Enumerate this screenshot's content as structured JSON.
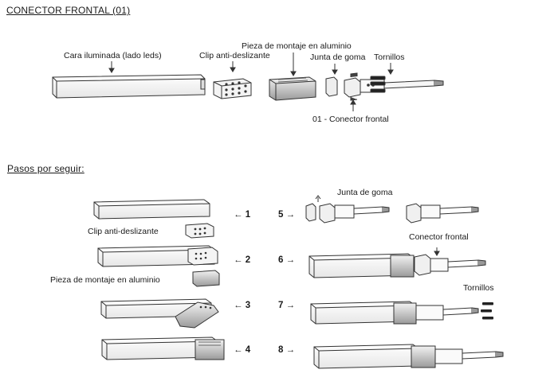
{
  "header": {
    "title": "CONECTOR FRONTAL  (01)"
  },
  "exploded_view": {
    "labels": {
      "face": "Cara iluminada (lado leds)",
      "clip": "Clip anti-deslizante",
      "mount": "Pieza de montaje en aluminio",
      "gasket": "Junta de goma",
      "screws": "Tornillos",
      "connector": "01 - Conector frontal"
    }
  },
  "steps_section": {
    "title": "Pasos por seguir:",
    "left_labels": {
      "clip": "Clip anti-deslizante",
      "mount": "Pieza de montaje en aluminio"
    },
    "right_labels": {
      "gasket": "Junta de goma",
      "connector": "Conector frontal",
      "screws": "Tornillos"
    },
    "steps": [
      {
        "n": "1",
        "text": "← 1"
      },
      {
        "n": "2",
        "text": "← 2"
      },
      {
        "n": "3",
        "text": "← 3"
      },
      {
        "n": "4",
        "text": "← 4"
      },
      {
        "n": "5",
        "text": "5 →"
      },
      {
        "n": "6",
        "text": "6 →"
      },
      {
        "n": "7",
        "text": "7 →"
      },
      {
        "n": "8",
        "text": "8 →"
      }
    ]
  }
}
